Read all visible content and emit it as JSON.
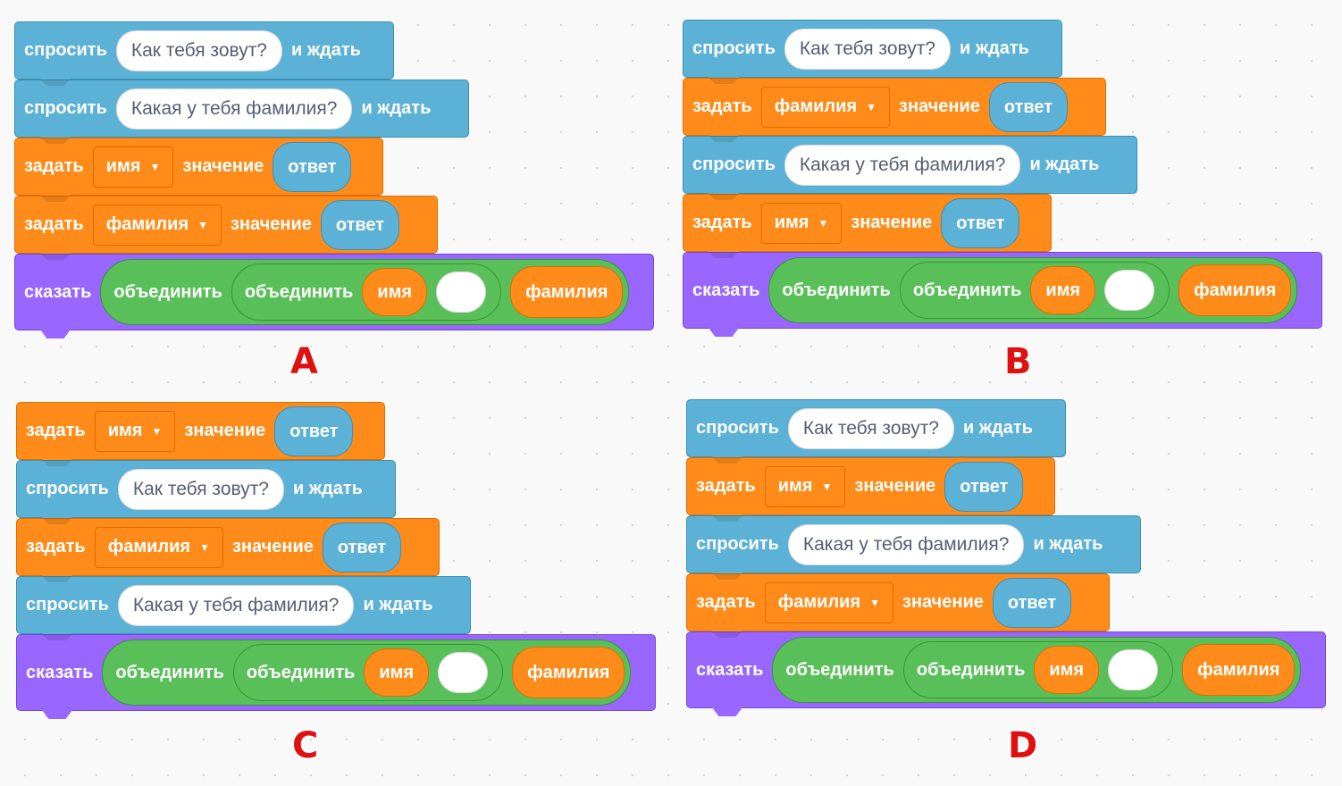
{
  "labels": {
    "ask": "спросить",
    "and_wait": "и ждать",
    "set": "задать",
    "to": "значение",
    "say": "сказать",
    "join": "объединить",
    "answer": "ответ"
  },
  "vars": {
    "first": "имя",
    "last": "фамилия"
  },
  "questions": {
    "name": "Как тебя зовут?",
    "surname": "Какая у тебя фамилия?"
  },
  "options": {
    "a": "A",
    "b": "B",
    "c": "C",
    "d": "D"
  },
  "colors": {
    "sensing": "#5cb1d6",
    "variables": "#ff8c1a",
    "looks": "#9966ff",
    "operators": "#59c059",
    "letter": "#e01010"
  },
  "icons": {
    "dropdown": "caret-down-icon"
  }
}
